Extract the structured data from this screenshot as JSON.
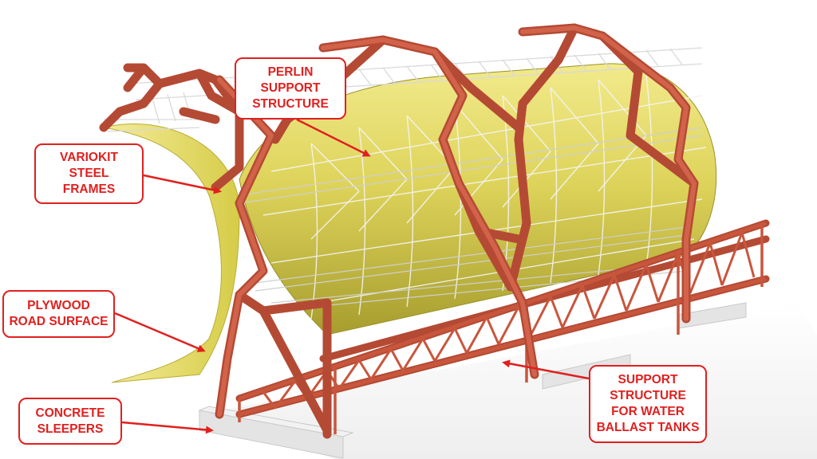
{
  "labels": {
    "perlin": "PERLIN\nSUPPORT\nSTRUCTURE",
    "variokit": "VARIOKIT\nSTEEL\nFRAMES",
    "plywood": "PLYWOOD\nROAD SURFACE",
    "concrete": "CONCRETE\nSLEEPERS",
    "support": "SUPPORT\nSTRUCTURE\nFOR WATER\nBALLAST TANKS"
  },
  "colors": {
    "callout": "#e0201f",
    "steel": "#c8503c",
    "plywood": "#d9cf4a",
    "truss": "#dcdcdc",
    "concrete": "#e6e6e6"
  },
  "icons": {
    "arrow": "arrow-icon"
  }
}
